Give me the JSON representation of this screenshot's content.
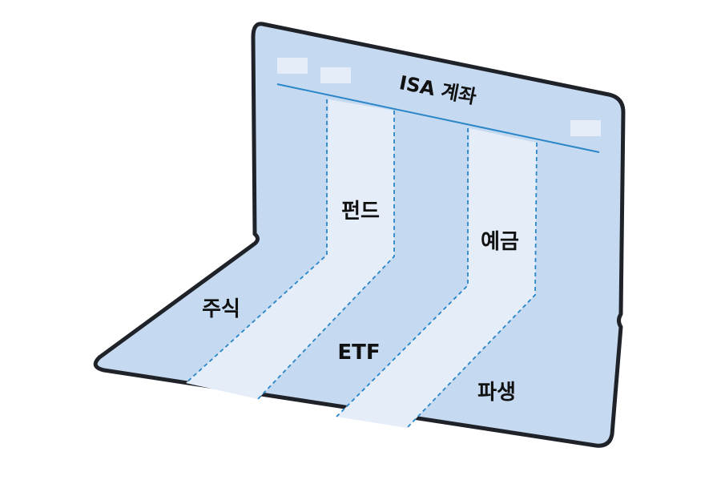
{
  "title": "ISA 계좌",
  "labels": {
    "fund": "펀드",
    "deposit": "예금",
    "stock": "주식",
    "etf": "ETF",
    "derivatives": "파생"
  },
  "colors": {
    "outline": "#1f2329",
    "folder_fill": "#c5d9f0",
    "stripe_fill": "#e4edf8",
    "tab_fill": "#e4edf8",
    "accent_line": "#2a86c8",
    "dashed_line": "#2a86c8"
  }
}
